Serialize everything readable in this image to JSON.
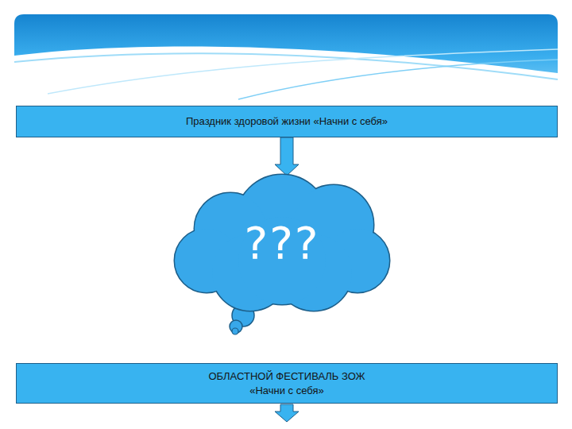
{
  "diagram": {
    "nodes": [
      {
        "text": [
          "Праздник здоровой жизни «Начни с себя»"
        ]
      },
      {
        "text": [
          "???"
        ]
      },
      {
        "text": [
          "ОБЛАСТНОЙ ФЕСТИВАЛЬ ЗОЖ",
          "«Начни с себя»"
        ]
      }
    ],
    "edges": [
      {
        "from": 0,
        "to": 1,
        "arrow": "to"
      }
    ]
  }
}
